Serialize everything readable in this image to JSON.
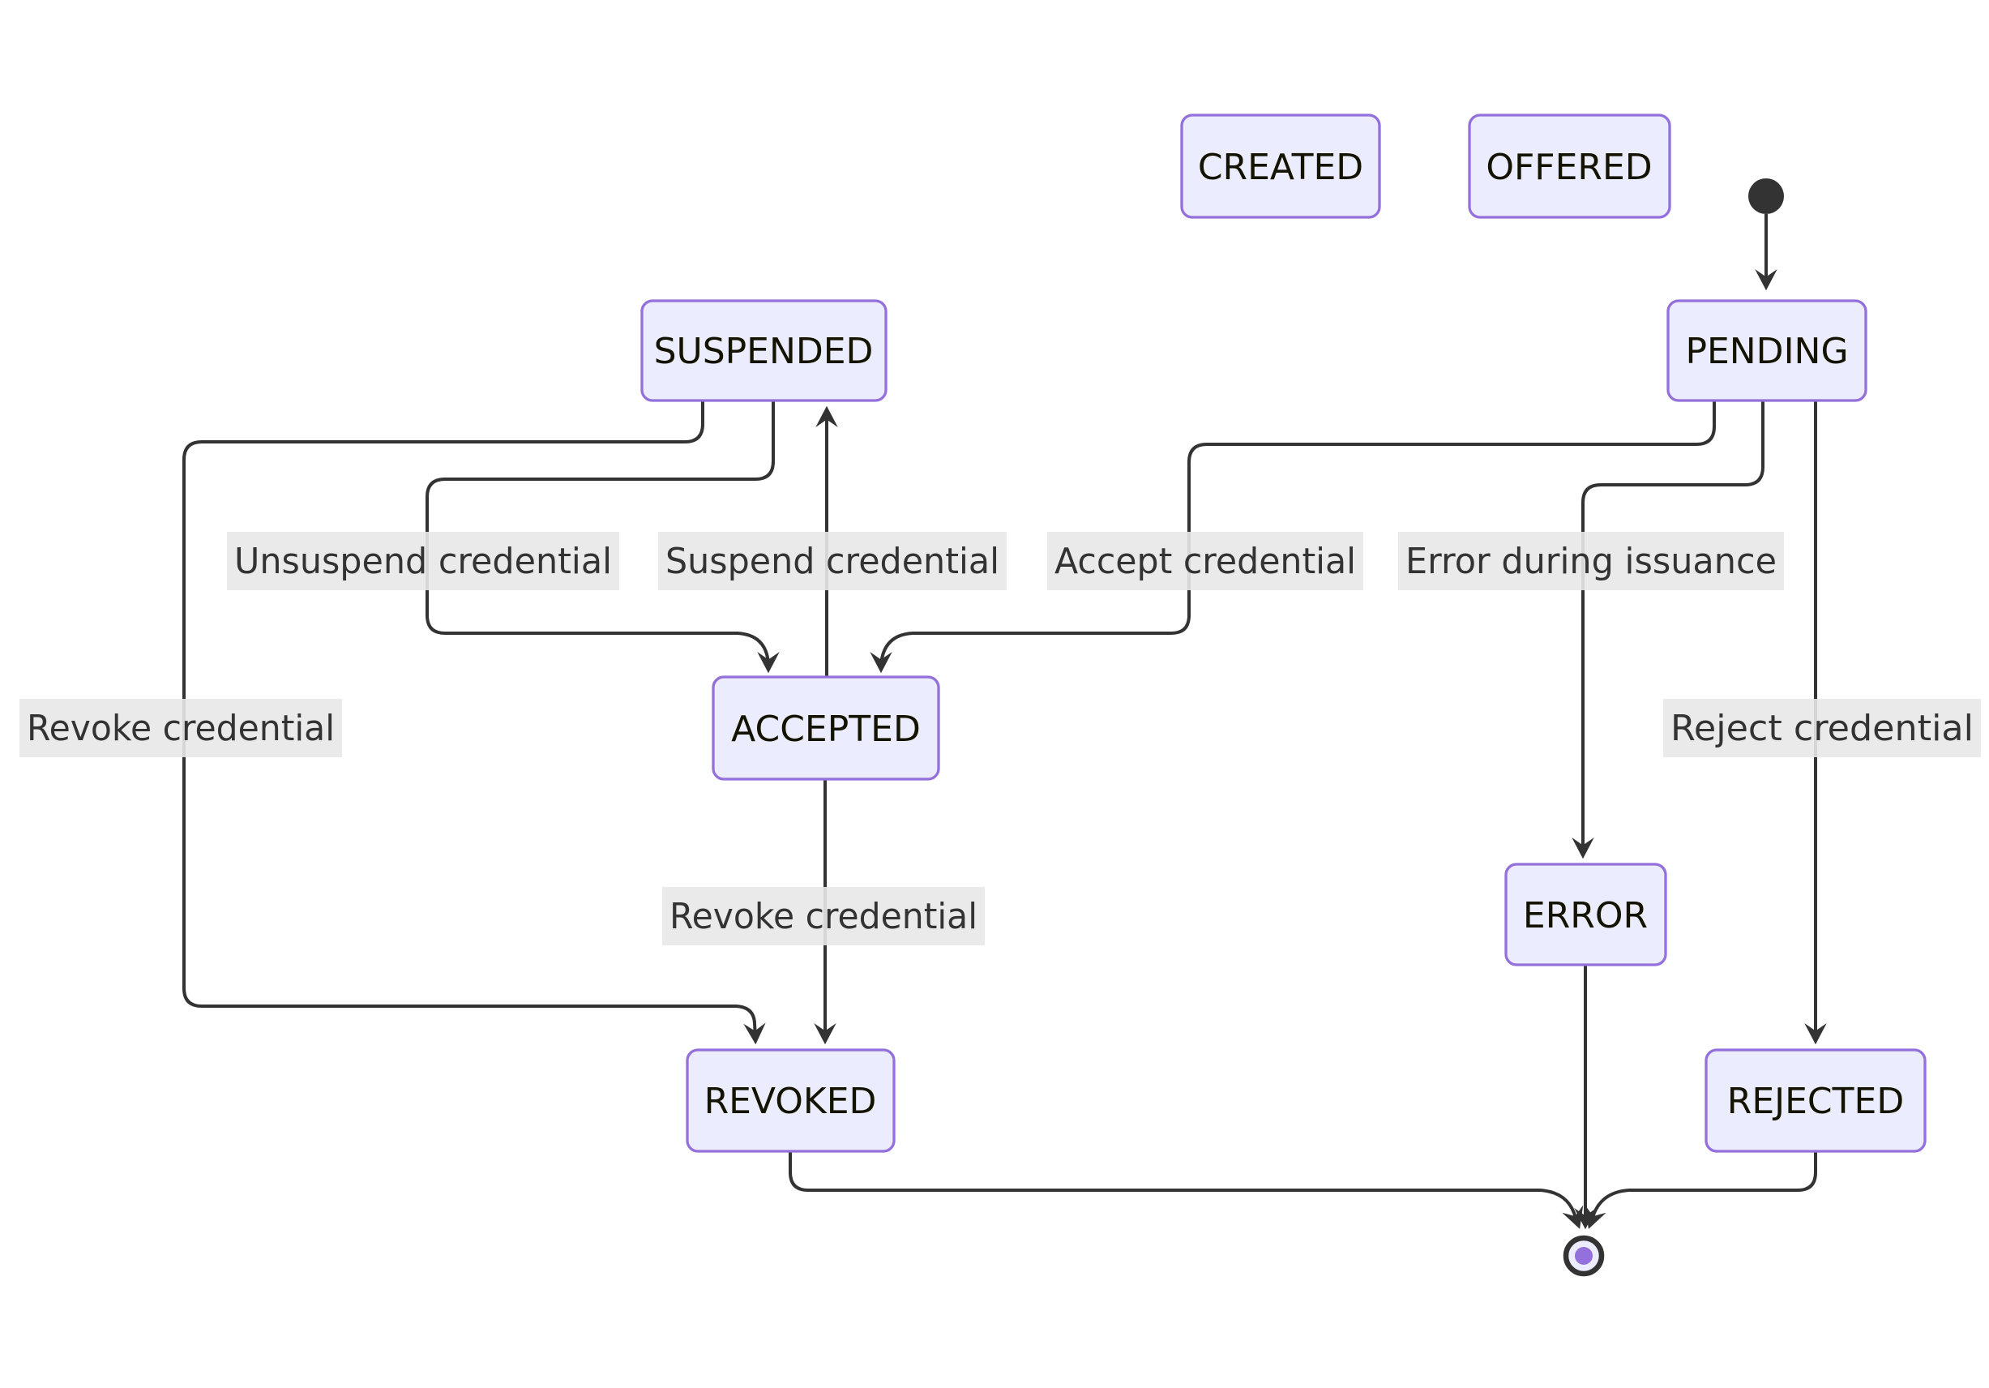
{
  "diagram": {
    "type": "state-diagram",
    "colors": {
      "background": "#FFFFFF",
      "node_fill": "#ECECFF",
      "node_border": "#9370DB",
      "line_color": "#333333",
      "label_bg": "#E8E8E8",
      "label_text": "#333333",
      "state_text": "#131300",
      "end_dot": "#9370DB"
    },
    "states": {
      "created": "CREATED",
      "offered": "OFFERED",
      "pending": "PENDING",
      "suspended": "SUSPENDED",
      "accepted": "ACCEPTED",
      "error": "ERROR",
      "revoked": "REVOKED",
      "rejected": "REJECTED"
    },
    "edge_labels": {
      "unsuspend": "Unsuspend credential",
      "suspend": "Suspend credential",
      "accept": "Accept credential",
      "error_issuance": "Error during issuance",
      "revoke_from_suspended": "Revoke credential",
      "revoke_from_accepted": "Revoke credential",
      "reject": "Reject credential"
    },
    "transitions": [
      {
        "from": "start",
        "to": "PENDING",
        "label": ""
      },
      {
        "from": "PENDING",
        "to": "ACCEPTED",
        "label": "Accept credential"
      },
      {
        "from": "PENDING",
        "to": "ERROR",
        "label": "Error during issuance"
      },
      {
        "from": "PENDING",
        "to": "REJECTED",
        "label": "Reject credential"
      },
      {
        "from": "SUSPENDED",
        "to": "ACCEPTED",
        "label": "Unsuspend credential"
      },
      {
        "from": "ACCEPTED",
        "to": "SUSPENDED",
        "label": "Suspend credential"
      },
      {
        "from": "SUSPENDED",
        "to": "REVOKED",
        "label": "Revoke credential"
      },
      {
        "from": "ACCEPTED",
        "to": "REVOKED",
        "label": "Revoke credential"
      },
      {
        "from": "REVOKED",
        "to": "end",
        "label": ""
      },
      {
        "from": "ERROR",
        "to": "end",
        "label": ""
      },
      {
        "from": "REJECTED",
        "to": "end",
        "label": ""
      }
    ]
  }
}
